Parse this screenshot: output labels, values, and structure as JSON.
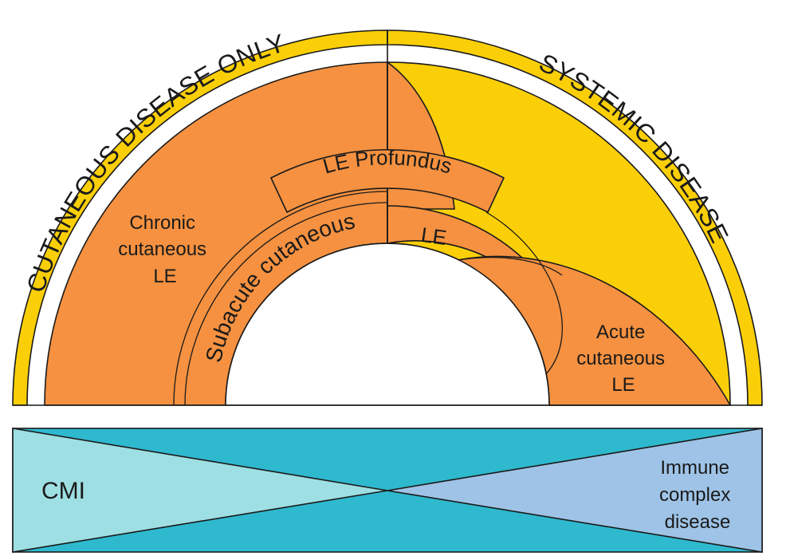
{
  "colors": {
    "yellow_band": "#FBCF08",
    "orange_disease": "#F59140",
    "light_cyan": "#9EDFE4",
    "light_blue": "#9EC3E6",
    "deep_cyan": "#2FB9CF",
    "outline": "#1a1a1a"
  },
  "arc_labels": {
    "cutaneous_only": "CUTANEOUS DISEASE ONLY",
    "systemic": "SYSTEMIC DISEASE",
    "subacute": "Subacute cutaneous",
    "profundus": "LE Profundus"
  },
  "regions": {
    "chronic": [
      "Chronic",
      "cutaneous",
      "LE"
    ],
    "subacute_le": "LE",
    "acute": [
      "Acute",
      "cutaneous",
      "LE"
    ]
  },
  "bottom_panel": {
    "left": "CMI",
    "right": [
      "Immune",
      "complex",
      "disease"
    ]
  }
}
